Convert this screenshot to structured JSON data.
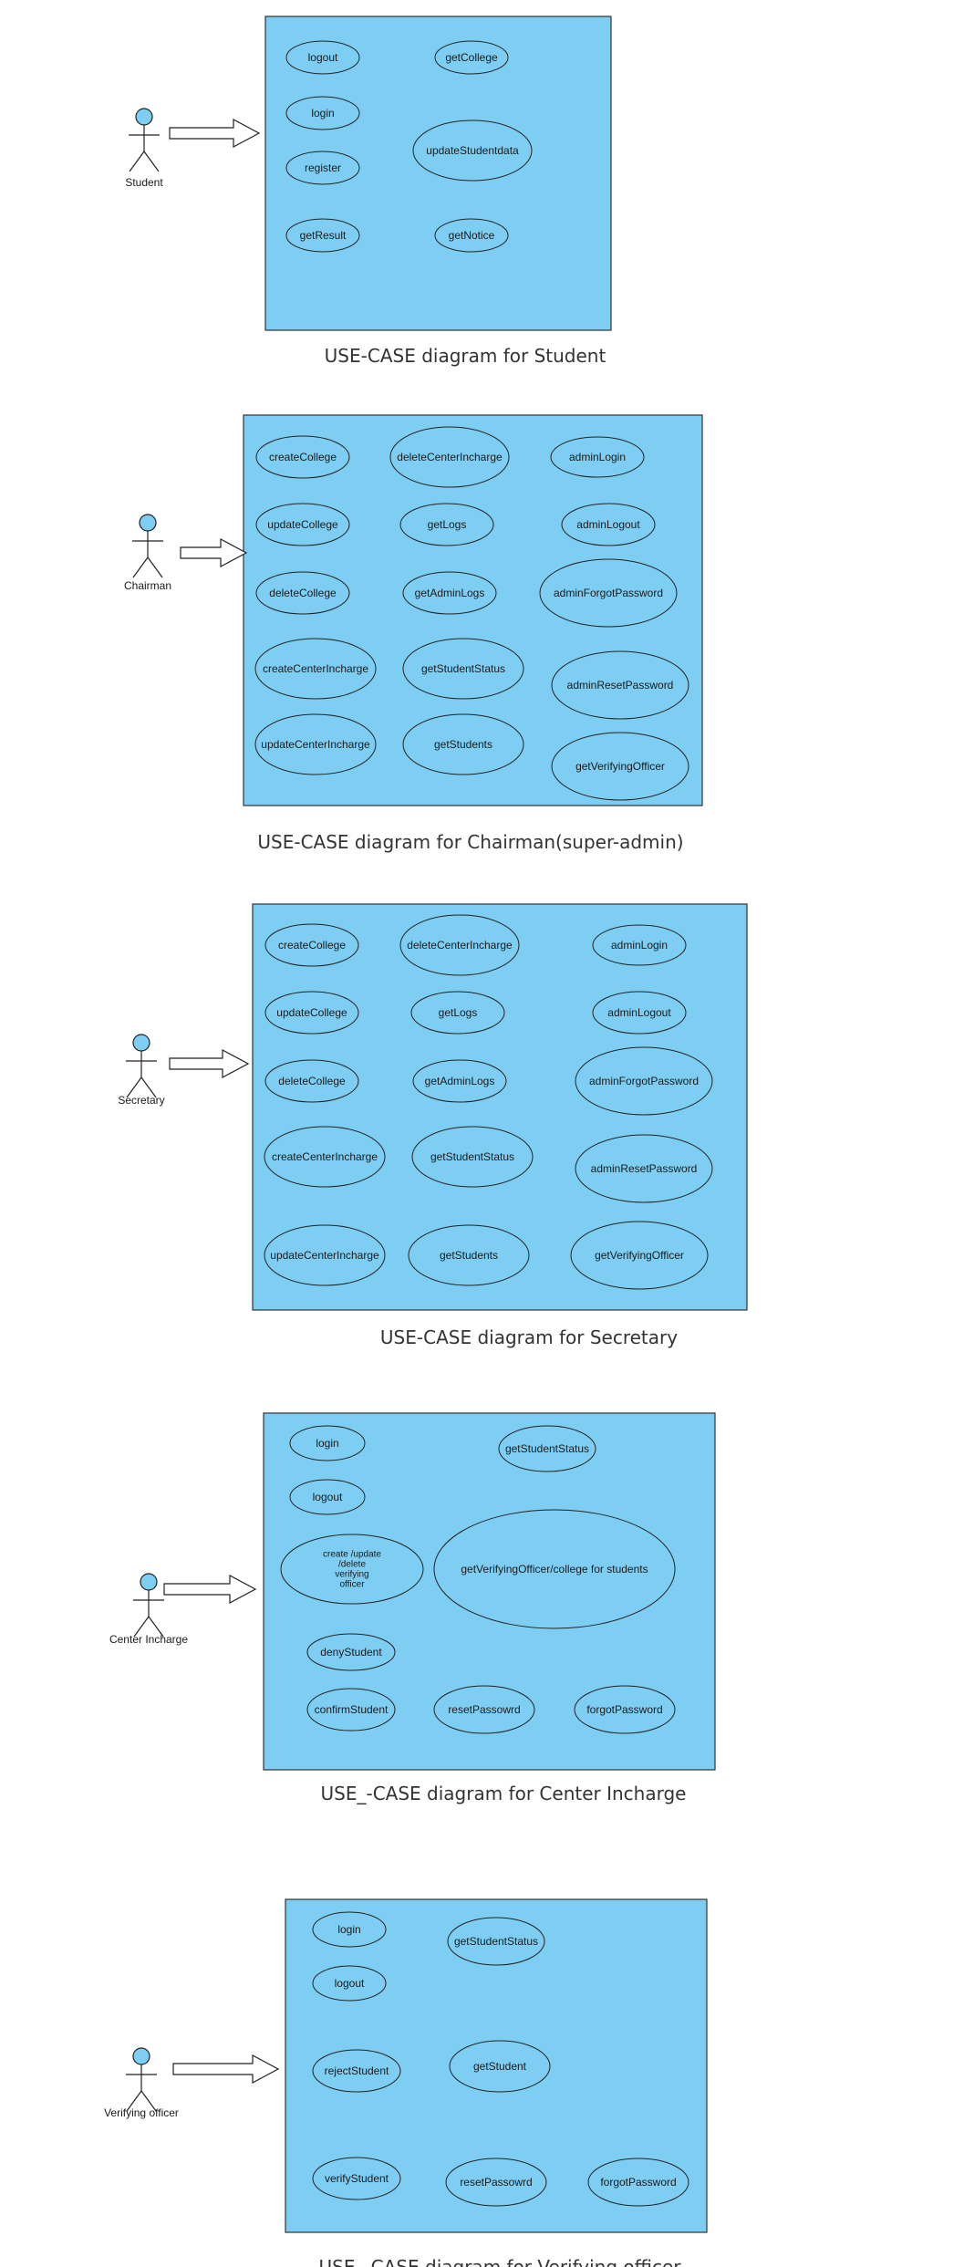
{
  "colors": {
    "system_fill": "#7ecef4",
    "system_stroke": "#333333",
    "usecase_fill": "#7ecef4",
    "usecase_stroke": "#222222",
    "actor_head": "#7ecef4",
    "arrow_fill": "#ffffff"
  },
  "diagrams": [
    {
      "id": "student",
      "actor": "Student",
      "caption": "USE-CASE diagram for Student",
      "use_cases": [
        "logout",
        "getCollege",
        "login",
        "updateStudentdata",
        "register",
        "getResult",
        "getNotice"
      ]
    },
    {
      "id": "chairman",
      "actor": "Chairman",
      "caption": "USE-CASE diagram for Chairman(super-admin)",
      "use_cases": [
        "createCollege",
        "deleteCenterIncharge",
        "adminLogin",
        "updateCollege",
        "getLogs",
        "adminLogout",
        "deleteCollege",
        "getAdminLogs",
        "adminForgotPassword",
        "createCenterIncharge",
        "getStudentStatus",
        "adminResetPassword",
        "updateCenterIncharge",
        "getStudents",
        "getVerifyingOfficer"
      ]
    },
    {
      "id": "secretary",
      "actor": "Secretary",
      "caption": "USE-CASE diagram for Secretary",
      "use_cases": [
        "createCollege",
        "deleteCenterIncharge",
        "adminLogin",
        "updateCollege",
        "getLogs",
        "adminLogout",
        "deleteCollege",
        "getAdminLogs",
        "adminForgotPassword",
        "createCenterIncharge",
        "getStudentStatus",
        "adminResetPassword",
        "updateCenterIncharge",
        "getStudents",
        "getVerifyingOfficer"
      ]
    },
    {
      "id": "center-incharge",
      "actor": "Center Incharge",
      "caption": "USE_-CASE diagram for Center Incharge",
      "use_cases": [
        "login",
        "getStudentStatus",
        "logout",
        "create /update /delete verifying officer",
        "getVerifyingOfficer/college for students",
        "denyStudent",
        "confirmStudent",
        "resetPassowrd",
        "forgotPassword"
      ]
    },
    {
      "id": "verifying-officer",
      "actor": "Verifying officer",
      "caption": "USE_-CASE diagram for Verifying officer",
      "use_cases": [
        "login",
        "getStudentStatus",
        "logout",
        "rejectStudent",
        "getStudent",
        "verifyStudent",
        "resetPassowrd",
        "forgotPassword"
      ]
    }
  ]
}
